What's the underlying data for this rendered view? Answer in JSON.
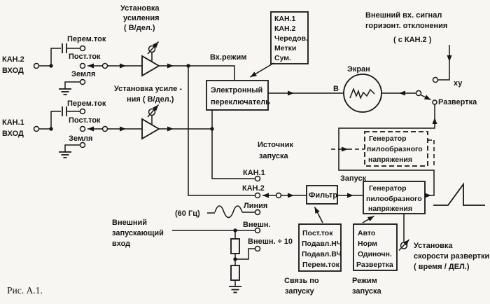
{
  "inputs": {
    "ch2": {
      "name": "КАН.2",
      "port": "ВХОД",
      "ac": "Перем.ток",
      "dc": "Пост.ток",
      "gnd": "Земля",
      "gain": [
        "Установка",
        "усиления",
        "( В/дел.)"
      ]
    },
    "ch1": {
      "name": "КАН.1",
      "port": "ВХОД",
      "ac": "Перем.ток",
      "dc": "Пост.ток",
      "gnd": "Земля",
      "gain": [
        "Установка усиле -",
        "ния ( В/дел.)"
      ]
    }
  },
  "switcher": {
    "input_mode": "Вх.режим",
    "box": [
      "Электронный",
      "переключатель"
    ],
    "modes": [
      "КАН.1",
      "КАН.2",
      "Чередов.",
      "Метки",
      "Сум."
    ]
  },
  "display": {
    "screen": "Экран",
    "vertical_in": "В"
  },
  "horizontal": {
    "ext_signal": [
      "Внешний вх. сигнал",
      "горизонт. отклонения",
      "( с КАН.2 )"
    ],
    "xy": "ху",
    "sweep_pos": "Развертка"
  },
  "ramp_generator": [
    "Генератор",
    "пилообразного",
    "напряжения"
  ],
  "sweep_speed": [
    "Установка",
    "скорости развертки",
    "( время / ДЕЛ.)"
  ],
  "trigger": {
    "source_label": [
      "Источник",
      "запуска"
    ],
    "sources": [
      "КАН.1",
      "КАН.2",
      "Линия",
      "Внешн.",
      "Внешн. ÷ 10"
    ],
    "line_freq": "(60 Гц)",
    "ext_input": [
      "Внешний",
      "запускающий",
      "вход"
    ],
    "filter": "Фильтр",
    "trigger_signal": "Запуск",
    "coupling": [
      "Пост.ток",
      "Подавл.НЧ",
      "Подавл.ВЧ",
      "Перем.ток"
    ],
    "coupling_label": [
      "Связь по",
      "запуску"
    ],
    "modes": [
      "Авто",
      "Норм",
      "Одиночн.",
      "Развертка"
    ],
    "mode_label": [
      "Режим",
      "запуска"
    ]
  },
  "caption": "Рис. А.1."
}
